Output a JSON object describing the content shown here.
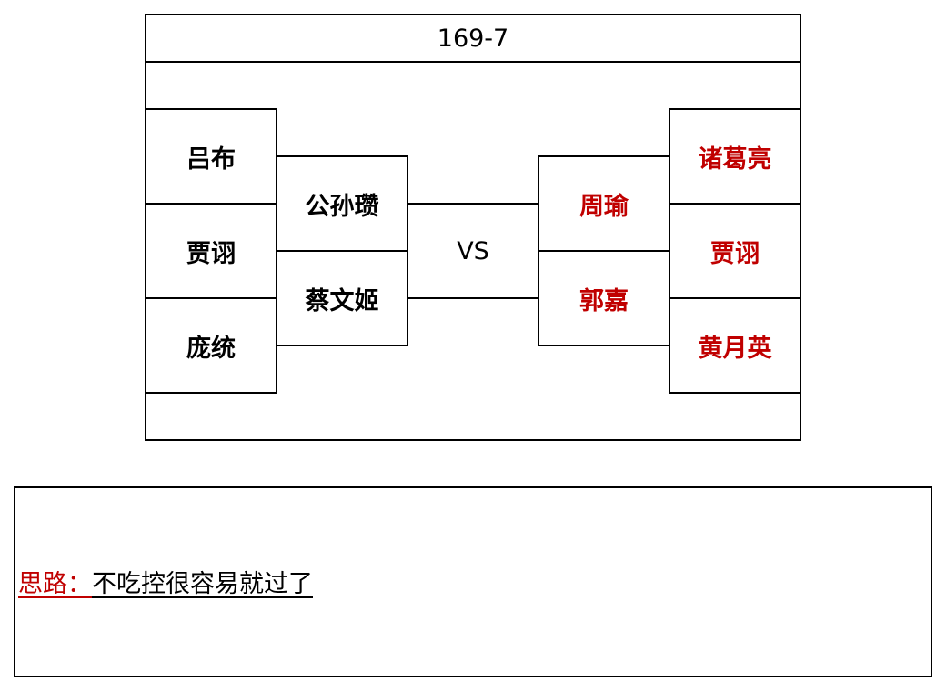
{
  "title": "169-7",
  "vs_label": "VS",
  "left_team": {
    "outer": [
      "吕布",
      "贾诩",
      "庞统"
    ],
    "inner": [
      "公孙瓒",
      "蔡文姬"
    ]
  },
  "right_team": {
    "inner": [
      "周瑜",
      "郭嘉"
    ],
    "outer": [
      "诸葛亮",
      "贾诩",
      "黄月英"
    ]
  },
  "strategy": {
    "label": "思路：",
    "text": "不吃控很容易就过了"
  },
  "colors": {
    "right_team_text": "#c00000",
    "left_team_text": "#000000",
    "strategy_label": "#c00000"
  }
}
